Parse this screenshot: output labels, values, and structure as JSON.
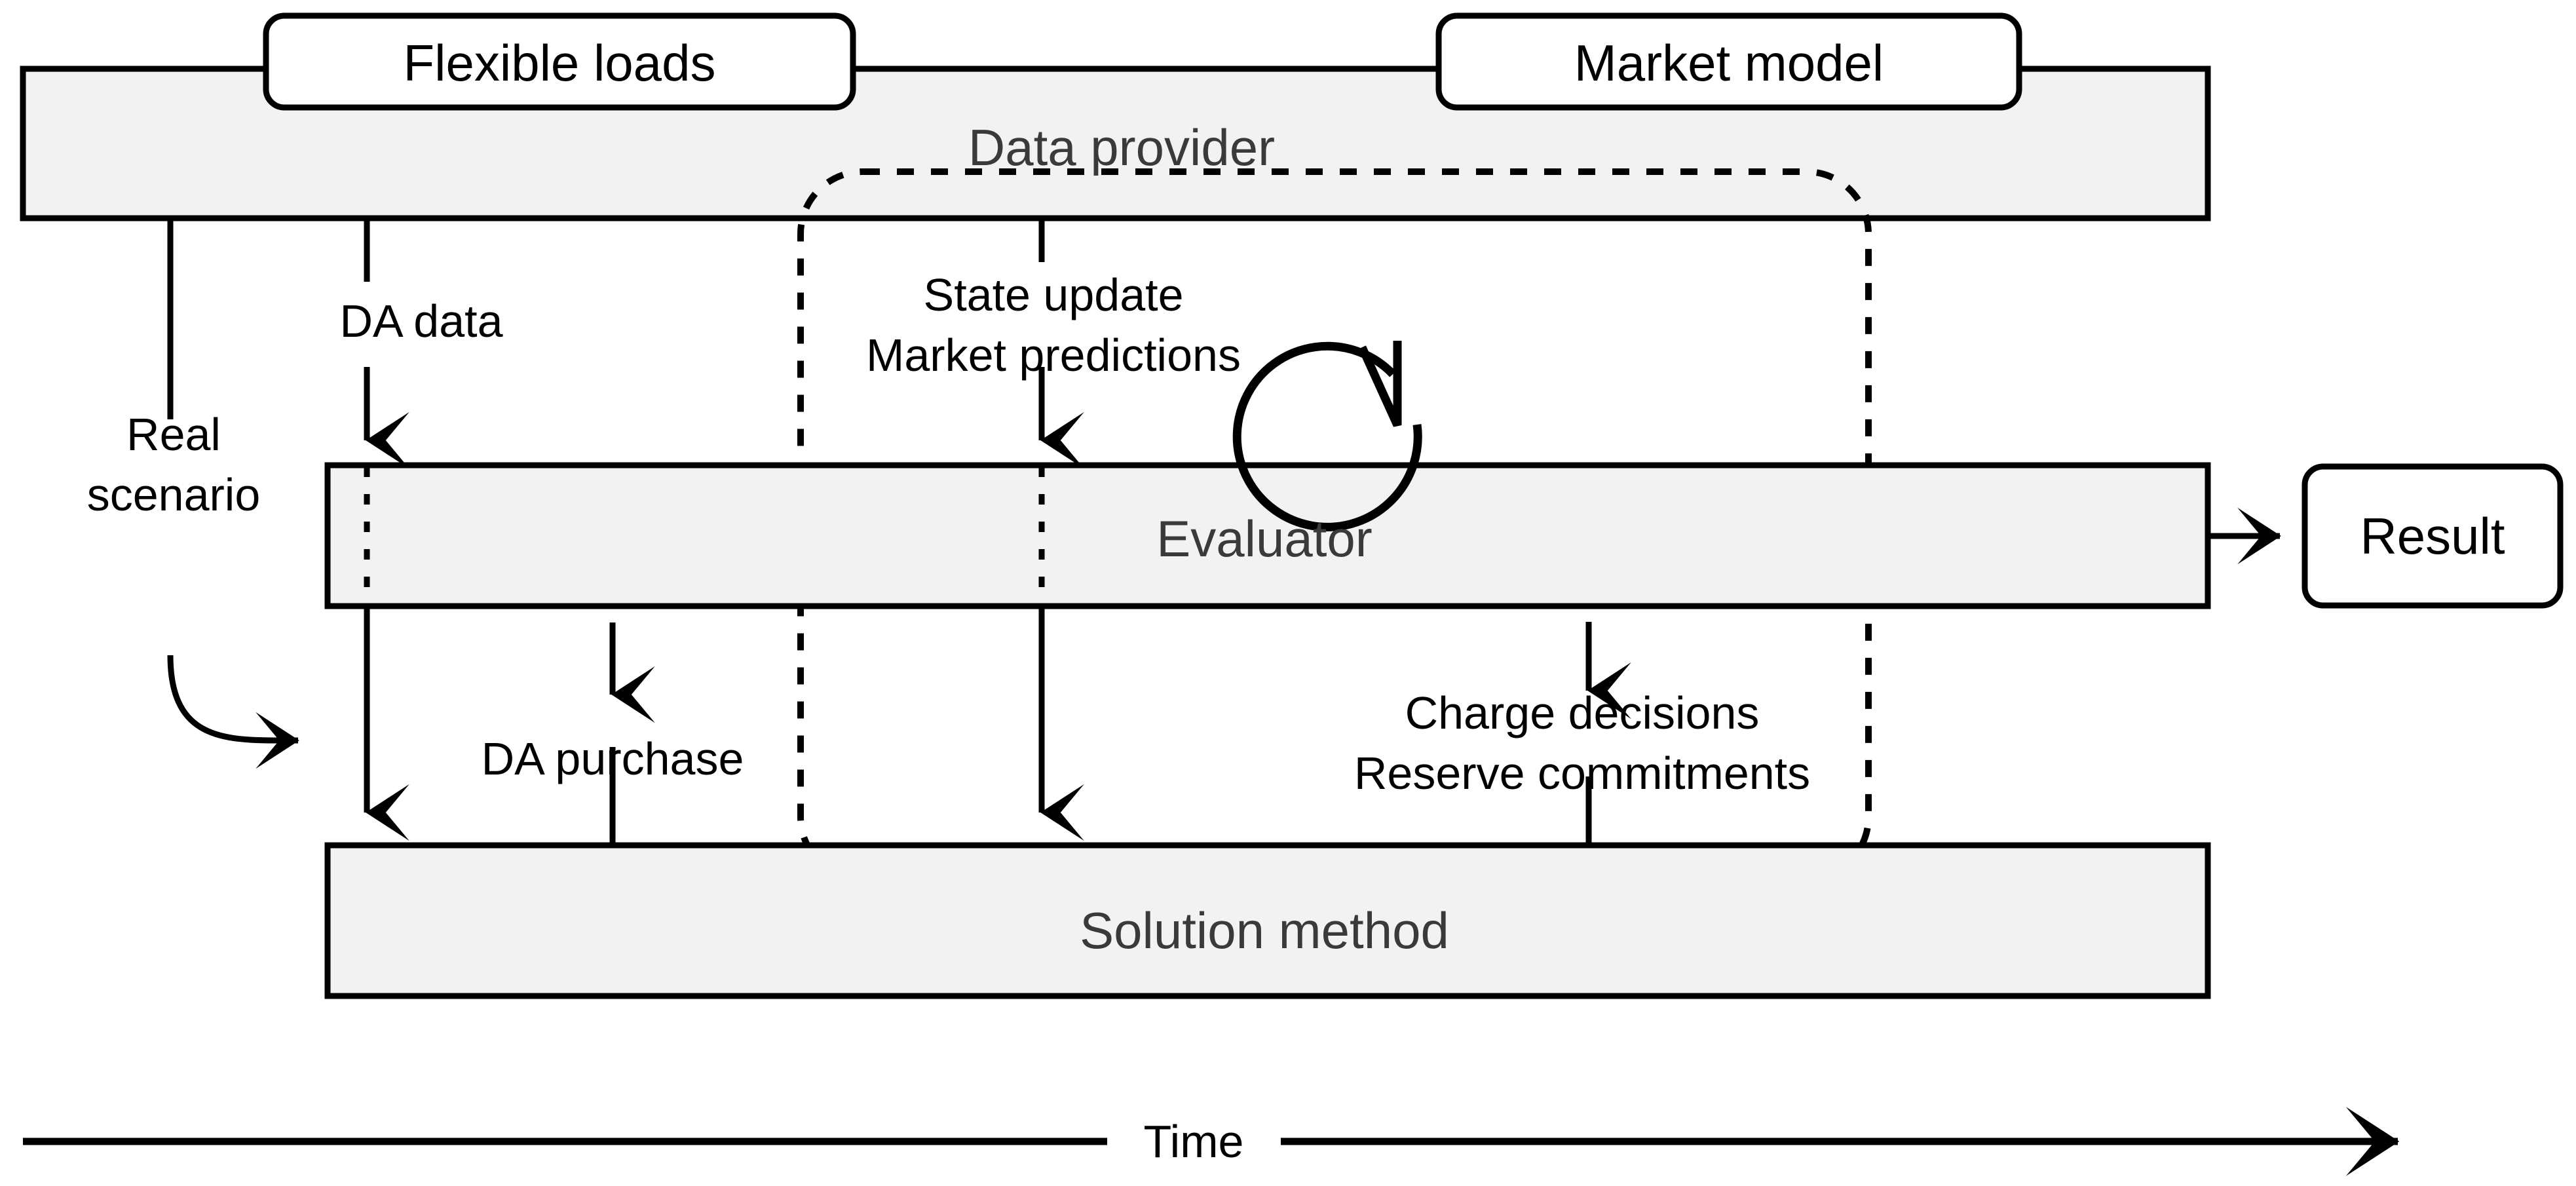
{
  "diagram": {
    "title": "Simulation framework timeline diagram",
    "colors": {
      "bar_fill": "#f2f2f2",
      "box_fill": "#ffffff",
      "stroke": "#000000",
      "bar_label_text": "#3a3a3a",
      "background": "#ffffff"
    },
    "lanes": [
      {
        "id": "scenario-lane",
        "label": "",
        "label_visible": false
      },
      {
        "id": "evaluator-lane",
        "label": "Evaluator"
      },
      {
        "id": "solution-lane",
        "label": "Solution method"
      }
    ],
    "bars": {
      "top_bar_label": "",
      "evaluator_label": "Evaluator",
      "solution_method_label": "Solution method"
    },
    "rounded_boxes": [
      {
        "id": "flexible-loads",
        "label": "Flexible loads"
      },
      {
        "id": "market-model",
        "label": "Market model"
      },
      {
        "id": "result",
        "label": "Result"
      }
    ],
    "group_label": "Data provider",
    "edge_labels": [
      {
        "id": "real-scenario",
        "lines": [
          "Real",
          "scenario"
        ]
      },
      {
        "id": "da-data",
        "lines": [
          "DA data"
        ]
      },
      {
        "id": "state-update",
        "lines": [
          "State update",
          "Market predictions"
        ]
      },
      {
        "id": "da-purchase",
        "lines": [
          "DA purchase"
        ]
      },
      {
        "id": "charge-decisions",
        "lines": [
          "Charge decisions",
          "Reserve commitments"
        ]
      }
    ],
    "labels": {
      "flexible_loads": "Flexible loads",
      "market_model": "Market model",
      "data_provider": "Data provider",
      "evaluator": "Evaluator",
      "solution_method": "Solution method",
      "result": "Result",
      "real": "Real",
      "scenario": "scenario",
      "da_data": "DA data",
      "state_update": "State update",
      "market_predictions": "Market predictions",
      "da_purchase": "DA purchase",
      "charge_decisions": "Charge decisions",
      "reserve_commitments": "Reserve commitments",
      "time": "Time"
    },
    "axis": {
      "name": "time-axis",
      "label": "Time",
      "direction": "left-to-right"
    },
    "icons": {
      "loop": "circular-loop-arrow",
      "arrow_down": "arrow-down-icon",
      "arrow_up": "arrow-up-icon",
      "arrow_right": "arrow-right-icon",
      "curved_arrow": "curved-arrow-right-icon"
    }
  }
}
